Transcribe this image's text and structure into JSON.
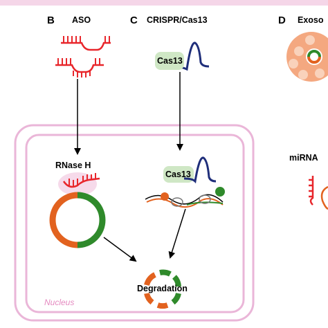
{
  "panels": {
    "b": {
      "letter": "B",
      "title": "ASO"
    },
    "c": {
      "letter": "C",
      "title": "CRISPR/Cas13"
    },
    "d": {
      "letter": "D",
      "title": "Exoso"
    }
  },
  "labels": {
    "cas13_top": "Cas13",
    "cas13_nucleus": "Cas13",
    "rnase_h": "RNase H",
    "degradation": "Degradation",
    "nucleus": "Nucleus",
    "mirna": "miRNA"
  },
  "colors": {
    "rna_red": "#e8262b",
    "rna_blue": "#1f2e7a",
    "circ_orange": "#e2621f",
    "circ_green": "#2f8a2b",
    "cell_pink": "#eab6d8",
    "cas13_fill": "#cfe7c5"
  }
}
